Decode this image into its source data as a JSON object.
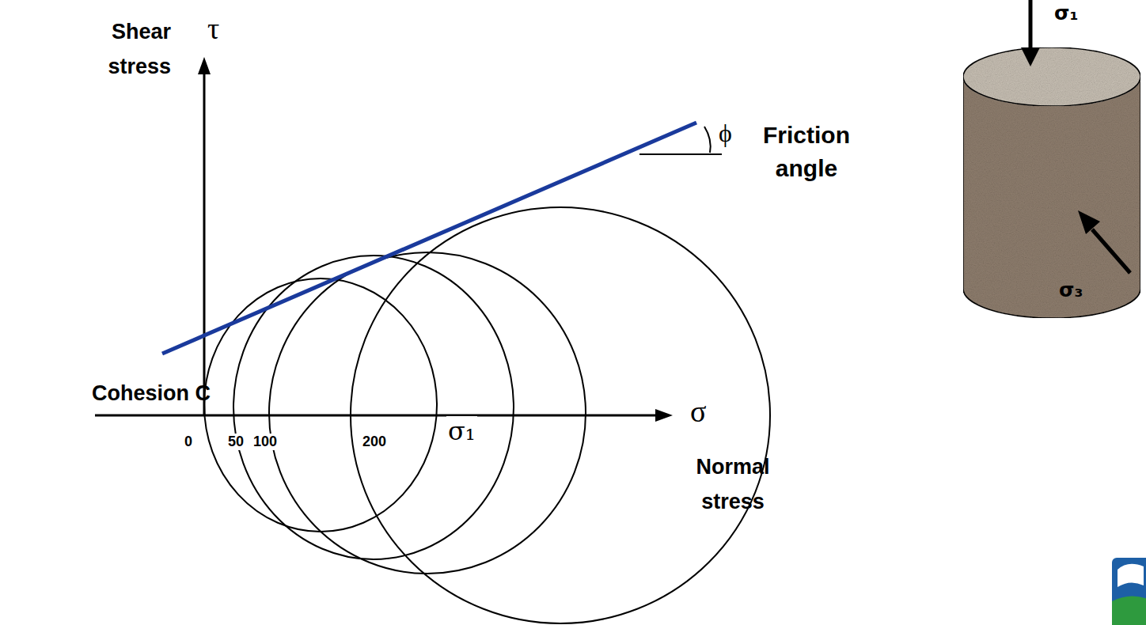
{
  "diagram": {
    "labels": [
      "Shear stress",
      "τ",
      "ϕ",
      "Friction angle",
      "Cohesion C",
      "0",
      "50",
      "100",
      "200",
      "σ₁",
      "σ",
      "Normal stress",
      "σ₁",
      "σ₃"
    ]
  }
}
